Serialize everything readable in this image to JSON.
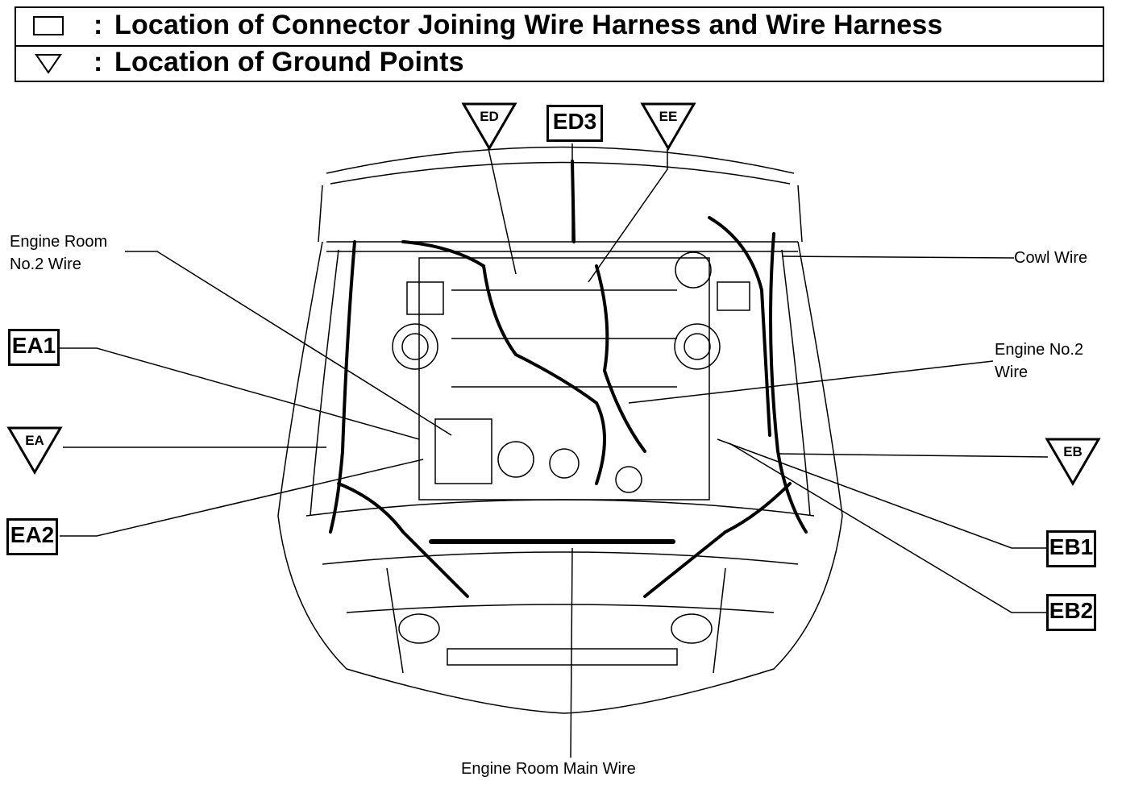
{
  "legend": {
    "connector_text": "Location of Connector Joining Wire Harness and Wire Harness",
    "ground_text": "Location of Ground Points",
    "colon": ":"
  },
  "connectors": {
    "ed3": "ED3",
    "ea1": "EA1",
    "ea2": "EA2",
    "eb1": "EB1",
    "eb2": "EB2"
  },
  "grounds": {
    "ed": "ED",
    "ee": "EE",
    "ea": "EA",
    "eb": "EB"
  },
  "wires": {
    "engine_room_no2_line1": "Engine Room",
    "engine_room_no2_line2": "No.2 Wire",
    "cowl": "Cowl Wire",
    "engine_no2_line1": "Engine No.2",
    "engine_no2_line2": "Wire",
    "engine_room_main": "Engine Room Main Wire"
  }
}
